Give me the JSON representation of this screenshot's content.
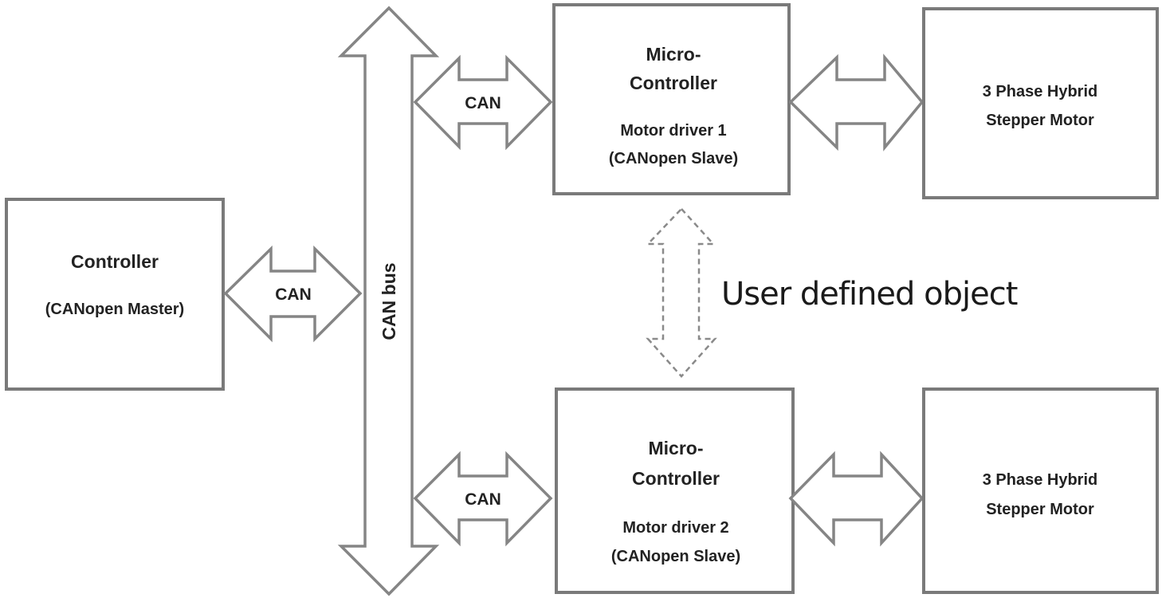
{
  "diagram": {
    "nodes": {
      "controller": {
        "lines": [
          "Controller",
          "(CANopen Master)"
        ]
      },
      "mc1": {
        "lines": [
          "Micro-",
          "Controller",
          "Motor driver 1",
          "(CANopen Slave)"
        ]
      },
      "mc2": {
        "lines": [
          "Micro-",
          "Controller",
          "Motor driver 2",
          "(CANopen Slave)"
        ]
      },
      "motor1": {
        "lines": [
          "3 Phase Hybrid",
          "Stepper Motor"
        ]
      },
      "motor2": {
        "lines": [
          "3 Phase Hybrid",
          "Stepper Motor"
        ]
      }
    },
    "bus": {
      "label": "CAN bus"
    },
    "links": {
      "controller_bus": {
        "label": "CAN",
        "style": "solid"
      },
      "bus_mc1": {
        "label": "CAN",
        "style": "solid"
      },
      "bus_mc2": {
        "label": "CAN",
        "style": "solid"
      },
      "mc1_motor1": {
        "label": "",
        "style": "solid"
      },
      "mc2_motor2": {
        "label": "",
        "style": "solid"
      },
      "mc1_mc2": {
        "label": "User defined object",
        "style": "dashed"
      }
    },
    "colors": {
      "stroke": "#858585",
      "text": "#222222",
      "background": "#ffffff"
    }
  }
}
